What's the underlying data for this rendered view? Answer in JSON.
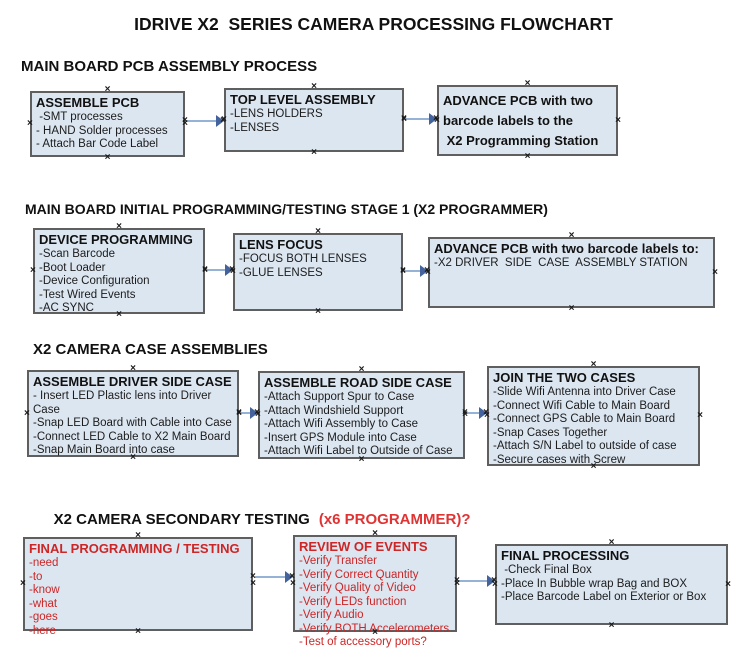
{
  "title": "IDRIVE X2  SERIES CAMERA PROCESSING FLOWCHART",
  "icons": {
    "connection_point": "×",
    "arrowhead": "right-arrowhead"
  },
  "colors": {
    "box_fill": "#dce6f1",
    "box_border": "#5f5f5f",
    "arrow_line": "#95b3d7",
    "arrow_head": "#44639c",
    "red_text": "#cc2626",
    "red_header": "#e03333",
    "handle_color": "#1a1a1a"
  },
  "sections": [
    {
      "header": "MAIN BOARD PCB ASSEMBLY PROCESS",
      "boxes": [
        {
          "title": "ASSEMBLE PCB",
          "lines": [
            " -SMT processes",
            "- HAND Solder processes",
            "- Attach Bar Code Label"
          ]
        },
        {
          "title": "TOP LEVEL ASSEMBLY",
          "lines": [
            "-LENS HOLDERS",
            "-LENSES"
          ]
        },
        {
          "title": "ADVANCE PCB with two\nbarcode labels to the\n X2 Programming Station",
          "lines": []
        }
      ]
    },
    {
      "header": "MAIN BOARD INITIAL PROGRAMMING/TESTING STAGE 1 (X2 PROGRAMMER)",
      "boxes": [
        {
          "title": "DEVICE PROGRAMMING",
          "lines": [
            "-Scan Barcode",
            "-Boot Loader",
            "-Device Configuration",
            "-Test Wired Events",
            "-AC SYNC"
          ]
        },
        {
          "title": "LENS FOCUS",
          "lines": [
            "-FOCUS BOTH LENSES",
            "-GLUE LENSES"
          ]
        },
        {
          "title": "ADVANCE PCB with two barcode labels to:",
          "lines": [
            "-X2 DRIVER  SIDE  CASE  ASSEMBLY STATION"
          ]
        }
      ]
    },
    {
      "header": "X2 CAMERA CASE ASSEMBLIES",
      "boxes": [
        {
          "title": "ASSEMBLE DRIVER SIDE CASE",
          "lines": [
            "- Insert LED Plastic lens into Driver Case",
            "-Snap LED Board with Cable into Case",
            "-Connect LED Cable to X2 Main Board",
            "-Snap Main Board into case"
          ]
        },
        {
          "title": "ASSEMBLE ROAD SIDE CASE",
          "lines": [
            "-Attach Support Spur to Case",
            "-Attach Windshield Support",
            "-Attach Wifi Assembly to Case",
            "-Insert GPS Module into Case",
            "-Attach Wifi Label to Outside of Case"
          ]
        },
        {
          "title": "JOIN THE TWO CASES",
          "lines": [
            "-Slide Wifi Antenna into Driver Case",
            "-Connect Wifi Cable to Main Board",
            "-Connect GPS Cable to Main Board",
            "-Snap Cases Together",
            "-Attach S/N Label to outside of case",
            "-Secure cases with Screw"
          ]
        }
      ]
    },
    {
      "header": "X2 CAMERA SECONDARY TESTING",
      "header_suffix": "(x6 PROGRAMMER)?",
      "boxes": [
        {
          "title": "FINAL PROGRAMMING / TESTING",
          "lines": [
            "-need",
            "-to",
            "-know",
            "-what",
            "-goes",
            "-here"
          ]
        },
        {
          "title": "REVIEW OF EVENTS",
          "lines": [
            "-Verify Transfer",
            "-Verify Correct Quantity",
            "-Verify Quality of Video",
            "-Verify LEDs function",
            "-Verify Audio",
            "-Verify BOTH Accelerometers",
            "-Test of accessory ports?"
          ]
        },
        {
          "title": "FINAL PROCESSING",
          "lines": [
            " -Check Final Box",
            "-Place In Bubble wrap Bag and BOX",
            "-Place Barcode Label on Exterior or Box"
          ]
        }
      ]
    }
  ]
}
